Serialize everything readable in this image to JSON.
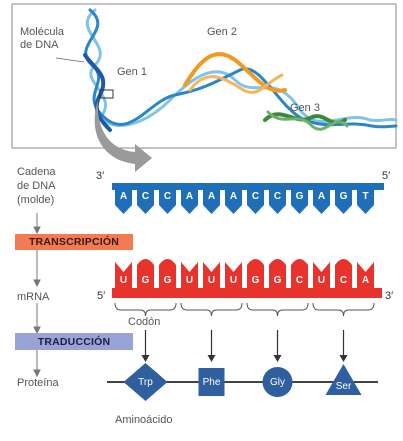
{
  "top_panel": {
    "molecule_label_line1": "Molécula",
    "molecule_label_line2": "de DNA",
    "gene1": "Gen 1",
    "gene2": "Gen 2",
    "gene3": "Gen 3"
  },
  "left_labels": {
    "template_line1": "Cadena",
    "template_line2": "de DNA",
    "template_line3": "(molde)",
    "transcription": "TRANSCRIPCIÓN",
    "mrna": "mRNA",
    "translation": "TRADUCCIÓN",
    "protein": "Proteína"
  },
  "dna_strand": {
    "end_left": "3′",
    "end_right": "5′",
    "bases": [
      "A",
      "C",
      "C",
      "A",
      "A",
      "A",
      "C",
      "C",
      "G",
      "A",
      "G",
      "T"
    ]
  },
  "mrna_strand": {
    "end_left": "5′",
    "end_right": "3′",
    "bases": [
      "U",
      "G",
      "G",
      "U",
      "U",
      "U",
      "G",
      "G",
      "C",
      "U",
      "C",
      "A"
    ]
  },
  "codon_label": "Codón",
  "amino_acids": [
    {
      "name": "Trp",
      "shape": "diamond"
    },
    {
      "name": "Phe",
      "shape": "square"
    },
    {
      "name": "Gly",
      "shape": "circle"
    },
    {
      "name": "Ser",
      "shape": "triangle"
    }
  ],
  "amino_acid_label": "Aminoácido",
  "colors": {
    "dna_blue": "#1f6fb8",
    "mrna_red": "#e8322b",
    "transcription_box": "#f37a52",
    "translation_box": "#9aa3d6",
    "protein_shape": "#2f5f9e",
    "gene1_blue": "#1d5aa6",
    "gene2_orange": "#f29a1e",
    "gene3_green": "#3a8a3a",
    "backbone_lightblue": "#7fc3e8"
  }
}
